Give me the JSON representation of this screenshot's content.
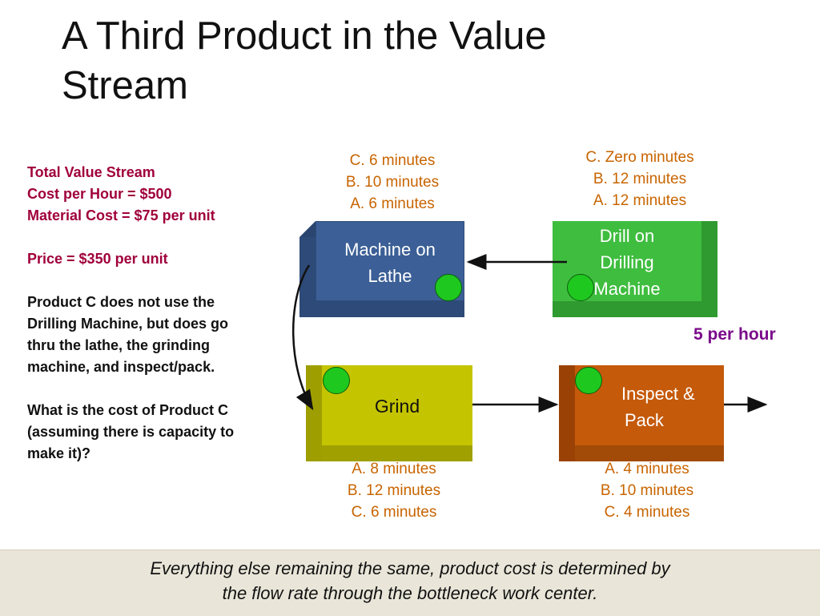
{
  "title": [
    "A Third Product in the Value",
    "Stream"
  ],
  "left_text": {
    "red_lines": [
      "Total Value Stream",
      "Cost per Hour = $500",
      "Material Cost = $75 per unit"
    ],
    "price": "Price = $350 per unit",
    "desc_lines": [
      "Product C does not use the",
      "Drilling Machine, but does go",
      "thru the lathe, the grinding",
      "machine, and inspect/pack."
    ],
    "question_lines": [
      "What is the cost of Product C",
      "(assuming there is capacity to",
      "make it)?"
    ]
  },
  "work_centers": {
    "lathe": {
      "label": [
        "Machine on",
        "Lathe"
      ],
      "times": [
        "C. 6 minutes",
        "B. 10 minutes",
        "A. 6 minutes"
      ]
    },
    "drill": {
      "label": [
        "Drill on",
        "Drilling",
        "Machine"
      ],
      "times": [
        "C. Zero minutes",
        "B. 12 minutes",
        "A. 12 minutes"
      ]
    },
    "grind": {
      "label": [
        "Grind"
      ],
      "times": [
        "A. 8 minutes",
        "B. 12 minutes",
        "C. 6 minutes"
      ]
    },
    "inspect": {
      "label": [
        "Inspect &",
        "Pack"
      ],
      "times": [
        "A. 4 minutes",
        "B. 10 minutes",
        "C. 4 minutes"
      ]
    }
  },
  "rate": "5 per hour",
  "footer": [
    "Everything else remaining the same, product cost is determined by",
    "the flow rate through the bottleneck work center."
  ],
  "colors": {
    "lathe_front": "#3b5f96",
    "drill_front": "#3fbd3f",
    "grind_front": "#c4c400",
    "inspect_front": "#c55a0a",
    "time_text": "#c86400",
    "accent_red": "#a0003a",
    "rate_text": "#7a0a8a"
  }
}
